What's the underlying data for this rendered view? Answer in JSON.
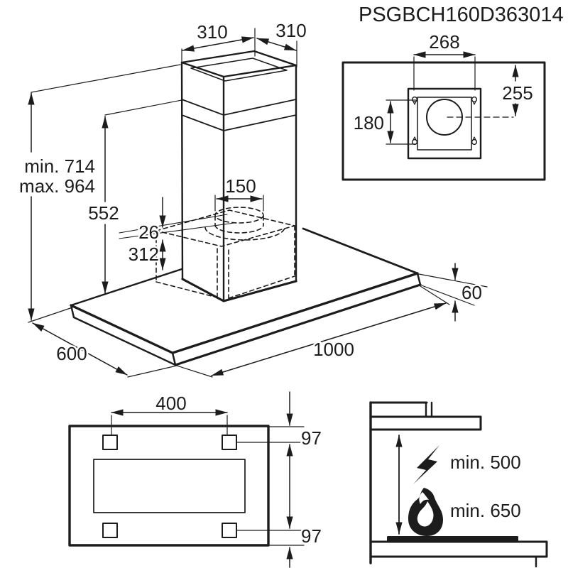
{
  "title": "PSGBCH160D363014",
  "colors": {
    "line": "#1c1c1c",
    "background": "#ffffff"
  },
  "main_view": {
    "description": "cooker hood isometric projection with telescopic chimney",
    "dims": {
      "chimney_width_left": "310",
      "chimney_width_right": "310",
      "height_min": "min. 714",
      "height_max": "max. 964",
      "chimney_lower_height": "552",
      "duct_diameter": "150",
      "duct_offset": "26",
      "inner_box_height": "312",
      "canopy_thickness": "60",
      "canopy_depth": "600",
      "canopy_length": "1000"
    }
  },
  "ceiling_plate_view": {
    "description": "ceiling mounting plate top view with duct hole",
    "dims": {
      "plate_width": "268",
      "center_offset": "255",
      "hole_spacing_vertical": "180"
    }
  },
  "mounting_holes_view": {
    "description": "canopy top view with fixing holes",
    "dims": {
      "hole_spacing_horizontal": "400",
      "edge_offset_top": "97",
      "edge_offset_bottom": "97"
    }
  },
  "clearance_view": {
    "description": "installation clearances above hob",
    "electric_clearance": "min. 500",
    "gas_clearance": "min. 650",
    "icons": [
      "lightning-icon",
      "flame-icon"
    ]
  }
}
